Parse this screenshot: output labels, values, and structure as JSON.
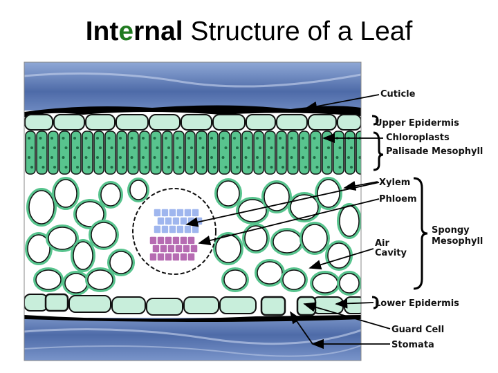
{
  "title": {
    "part1": "Int",
    "part2": "e",
    "part3": "rnal",
    "part4": " Structure of a Leaf"
  },
  "labels": {
    "cuticle": "Cuticle",
    "upper_epidermis": "Upper Epidermis",
    "chloroplasts": "Chloroplasts",
    "palisade": "Palisade Mesophyll",
    "xylem": "Xylem",
    "phloem": "Phloem",
    "spongy_line1": "Spongy",
    "spongy_line2": "Mesophyll",
    "air_line1": "Air",
    "air_line2": "Cavity",
    "lower_epidermis": "Lower Epidermis",
    "guard_cell": "Guard Cell",
    "stomata": "Stomata"
  },
  "colors": {
    "cell_green": "#58c48e",
    "cell_light": "#c8eedb",
    "sky_blue": "#5a78b0",
    "xylem_blue": "#9fb6ee",
    "phloem_purple": "#b66bb2"
  }
}
